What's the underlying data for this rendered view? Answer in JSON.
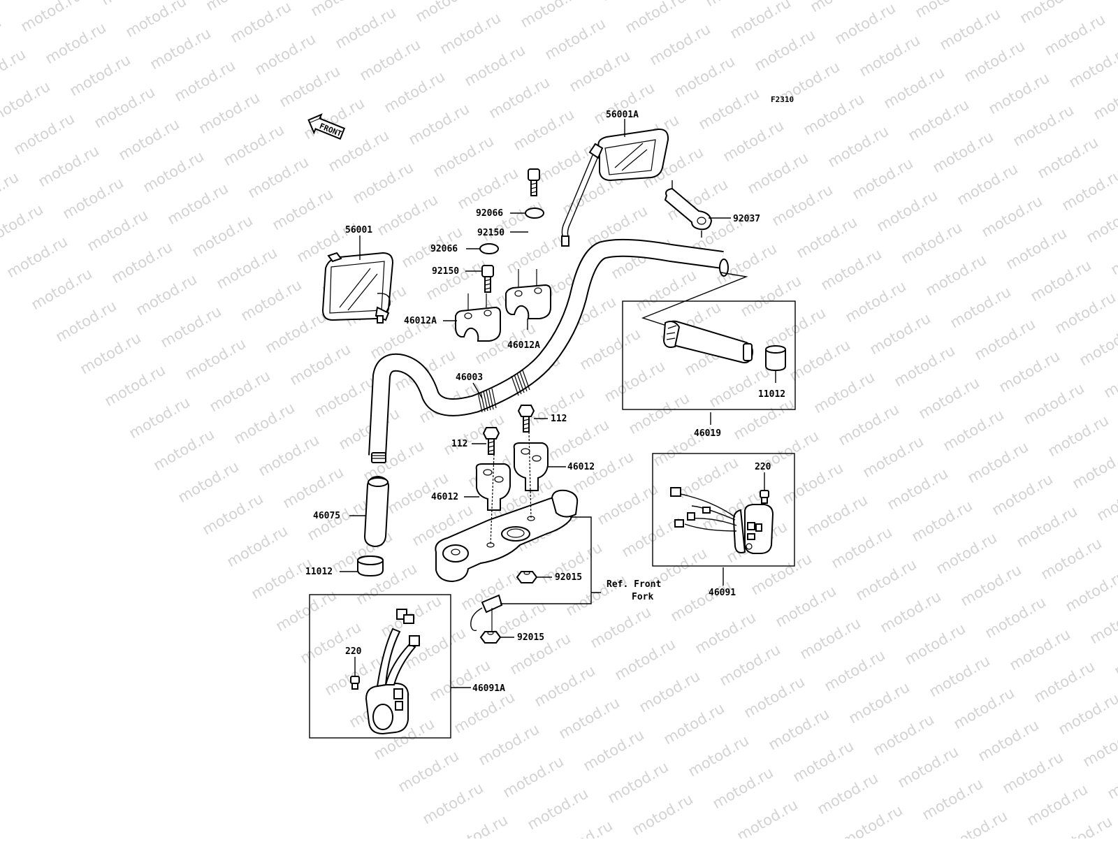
{
  "figure_code": "F2310",
  "front_arrow_label": "FRONT",
  "watermark": "motod.ru",
  "ref_note": {
    "line1": "Ref. Front",
    "line2": "Fork"
  },
  "parts": [
    {
      "id": "mirror-right",
      "number": "56001A"
    },
    {
      "id": "mirror-left",
      "number": "56001"
    },
    {
      "id": "cap-upper",
      "number": "92066"
    },
    {
      "id": "bolt-upper",
      "number": "92150"
    },
    {
      "id": "cap-lower",
      "number": "92066"
    },
    {
      "id": "bolt-lower",
      "number": "92150"
    },
    {
      "id": "clamp-left",
      "number": "46012A"
    },
    {
      "id": "clamp-right",
      "number": "46012A"
    },
    {
      "id": "spanner",
      "number": "92037"
    },
    {
      "id": "handlebar",
      "number": "46003"
    },
    {
      "id": "throttle-cap",
      "number": "11012"
    },
    {
      "id": "throttle-grip",
      "number": "46019"
    },
    {
      "id": "holder-bolt-right",
      "number": "112"
    },
    {
      "id": "holder-bolt-left",
      "number": "112"
    },
    {
      "id": "holder-right",
      "number": "46012"
    },
    {
      "id": "holder-left",
      "number": "46012"
    },
    {
      "id": "left-grip",
      "number": "46075"
    },
    {
      "id": "left-grip-cap",
      "number": "11012"
    },
    {
      "id": "nut-upper",
      "number": "92015"
    },
    {
      "id": "nut-lower",
      "number": "92015"
    },
    {
      "id": "right-switch-screw",
      "number": "220"
    },
    {
      "id": "right-switch",
      "number": "46091"
    },
    {
      "id": "left-switch-screw",
      "number": "220"
    },
    {
      "id": "left-switch",
      "number": "46091A"
    }
  ]
}
